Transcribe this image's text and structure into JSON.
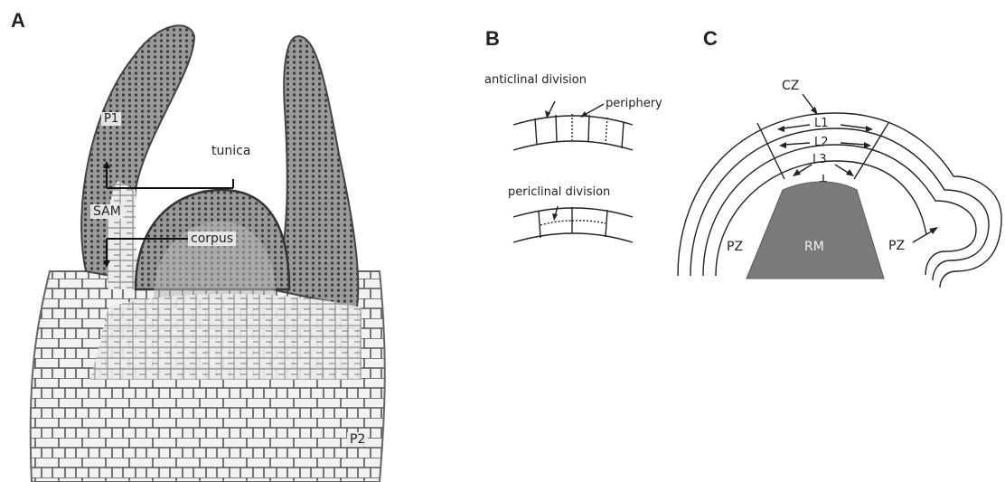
{
  "panels": {
    "a": {
      "letter": "A",
      "labels": {
        "p1": "P1",
        "tunica": "tunica",
        "sam": "SAM",
        "corpus": "corpus",
        "p2": "P2"
      }
    },
    "b": {
      "letter": "B",
      "labels": {
        "anticlinal": "anticlinal division",
        "periphery": "periphery",
        "periclinal": "periclinal division"
      }
    },
    "c": {
      "letter": "C",
      "labels": {
        "cz": "CZ",
        "l1": "L1",
        "l2": "L2",
        "l3": "L3",
        "pz_left": "PZ",
        "rm": "RM",
        "pz_right": "PZ"
      }
    }
  },
  "colors": {
    "ink": "#222222",
    "rm_fill": "#7a7a7a",
    "tissue_light": "#e6e6e6",
    "tissue_dark": "#5a5a5a"
  }
}
